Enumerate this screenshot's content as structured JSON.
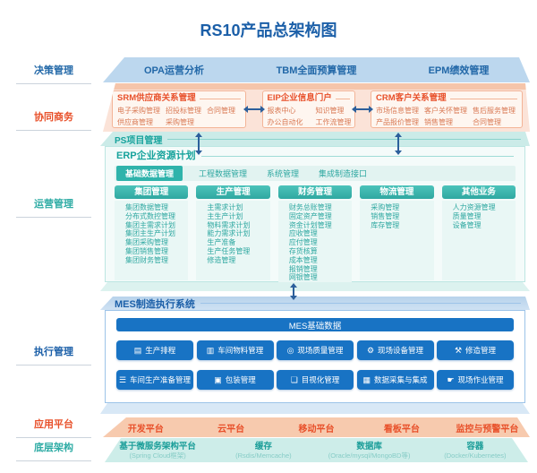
{
  "title": "RS10产品总架构图",
  "side": {
    "decision": "决策管理",
    "collab": "协同商务",
    "operation": "运营管理",
    "execution": "执行管理",
    "app": "应用平台",
    "infra": "底层架构"
  },
  "decision_band": {
    "items": [
      "OPA运营分析",
      "TBM全面预算管理",
      "EPM绩效管理"
    ]
  },
  "collab": {
    "srm": {
      "title": "SRM供应商关系管理",
      "items": [
        "电子采购管理",
        "招投标管理",
        "合同管理",
        "供应商管理",
        "采购管理"
      ]
    },
    "eip": {
      "title": "EIP企业信息门户",
      "items": [
        "报表中心",
        "知识管理",
        "办公自动化",
        "工作流管理"
      ]
    },
    "crm": {
      "title": "CRM客户关系管理",
      "items": [
        "市场信息管理",
        "客户关怀管理",
        "售后服务管理",
        "产品报价管理",
        "销售管理",
        "合同管理"
      ]
    }
  },
  "ps": {
    "title": "PS项目管理"
  },
  "erp": {
    "title": "ERP企业资源计划",
    "tabs": [
      "基础数据管理",
      "工程数据管理",
      "系统管理",
      "集成制造接口"
    ],
    "active_tab": "基础数据管理",
    "columns": [
      {
        "header": "集团管理",
        "items": [
          "集团数据管理",
          "分布式数控管理",
          "集团主需求计划",
          "集团主生产计划",
          "集团采购管理",
          "集团销售管理",
          "集团财务管理"
        ]
      },
      {
        "header": "生产管理",
        "items": [
          "主需求计划",
          "主生产计划",
          "物料需求计划",
          "能力需求计划",
          "生产准备",
          "生产任务管理",
          "修造管理"
        ]
      },
      {
        "header": "财务管理",
        "items": [
          "财务总账管理",
          "固定资产管理",
          "资金计划管理",
          "应收管理",
          "应付管理",
          "存货核算",
          "成本管理",
          "报销管理",
          "网银管理"
        ]
      },
      {
        "header": "物流管理",
        "items": [
          "采购管理",
          "销售管理",
          "库存管理"
        ]
      },
      {
        "header": "其他业务",
        "items": [
          "人力资源管理",
          "质量管理",
          "设备管理"
        ]
      }
    ]
  },
  "mes": {
    "title": "MES制造执行系统",
    "base": "MES基础数据",
    "rows": [
      [
        {
          "icon": "▤",
          "label": "生产排程"
        },
        {
          "icon": "▥",
          "label": "车间物料管理"
        },
        {
          "icon": "◎",
          "label": "现场质量管理"
        },
        {
          "icon": "⚙",
          "label": "现场设备管理"
        },
        {
          "icon": "⚒",
          "label": "修造管理"
        }
      ],
      [
        {
          "icon": "☰",
          "label": "车间生产准备管理"
        },
        {
          "icon": "▣",
          "label": "包装管理"
        },
        {
          "icon": "❏",
          "label": "目视化管理"
        },
        {
          "icon": "▦",
          "label": "数据采集与集成"
        },
        {
          "icon": "☛",
          "label": "现场作业管理"
        }
      ]
    ]
  },
  "app_band": {
    "items": [
      "开发平台",
      "云平台",
      "移动平台",
      "看板平台",
      "监控与预警平台"
    ]
  },
  "infra_band": {
    "items": [
      {
        "label": "基于微服务架构平台",
        "sub": "(Spring Cloud框架)"
      },
      {
        "label": "缓存",
        "sub": "(Rsdis/Memcache)"
      },
      {
        "label": "数据库",
        "sub": "(Oracle/mysql/MongoBD等)"
      },
      {
        "label": "容器",
        "sub": "(Docker/Kubernetes)"
      }
    ]
  },
  "colors": {
    "accent_blue": "#1B5FA8",
    "accent_orange": "#E8502A",
    "accent_teal": "#2FACA5",
    "button_blue": "#1873C4",
    "arrow_blue": "#2C5F9B"
  }
}
